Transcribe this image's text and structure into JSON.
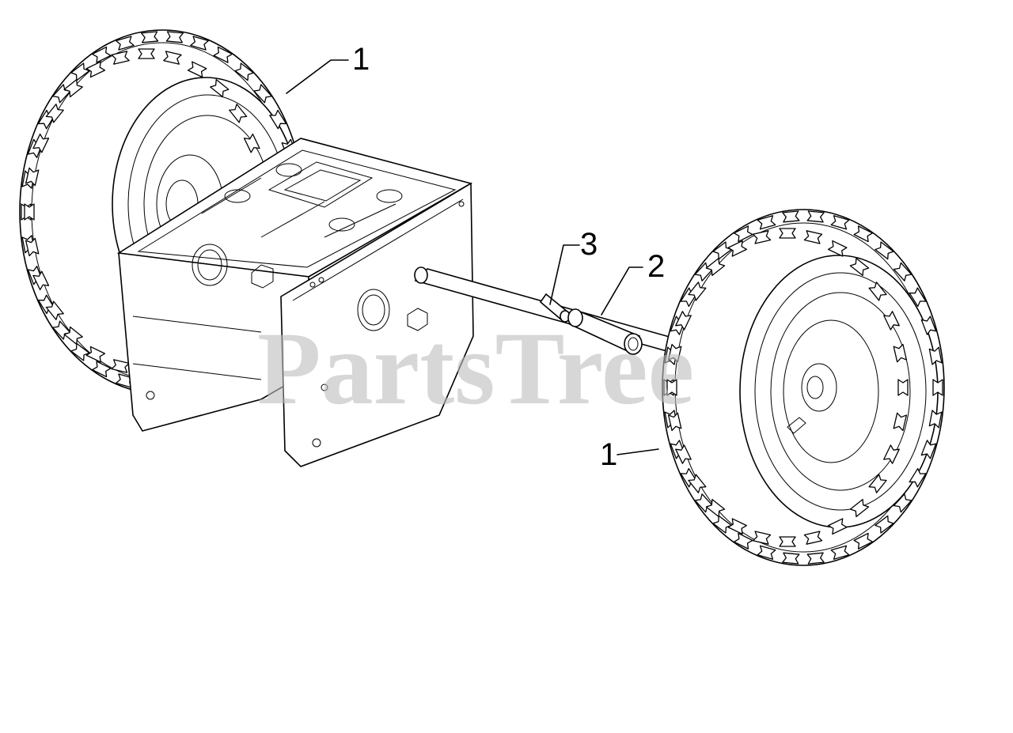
{
  "callouts": [
    {
      "id": "wheel-upper",
      "label": "1"
    },
    {
      "id": "spacer",
      "label": "2"
    },
    {
      "id": "pin",
      "label": "3"
    },
    {
      "id": "wheel-lower",
      "label": "1"
    }
  ],
  "watermark": "PartsTree"
}
